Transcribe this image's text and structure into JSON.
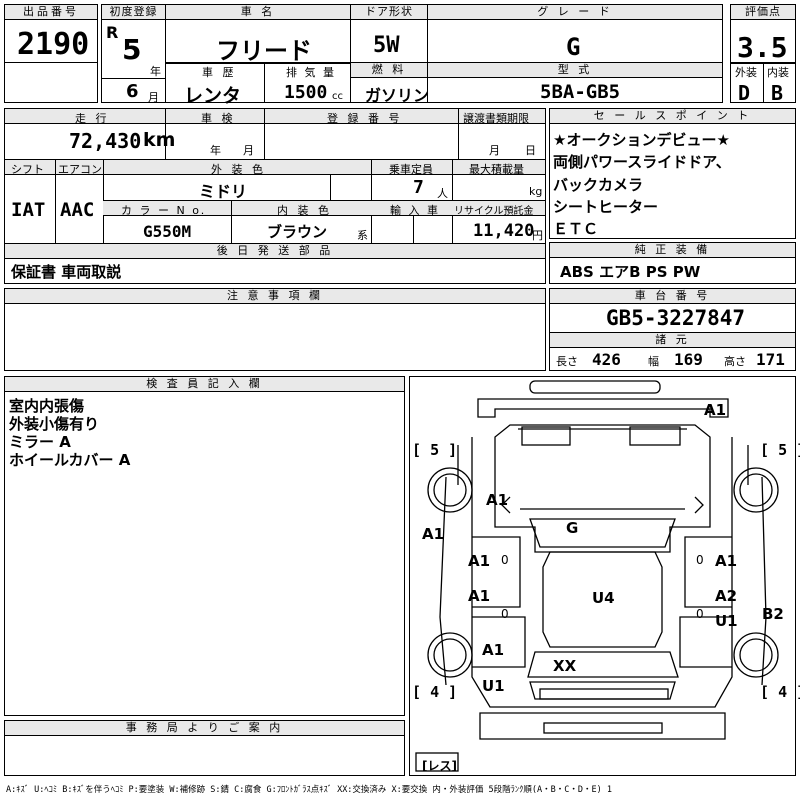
{
  "row1": {
    "lot_no_label": "出品番号",
    "lot_no": "2190",
    "reg_label": "初度登録",
    "era": "R",
    "reg_year": "5",
    "year_unit": "年",
    "reg_month": "6",
    "month_unit": "月",
    "car_name_label": "車 名",
    "car_name": "フリード",
    "history_label": "車 歴",
    "history": "レンタ",
    "displacement_label": "排 気 量",
    "displacement": "1500",
    "cc_unit": "cc",
    "door_label": "ドア形状",
    "door": "5W",
    "fuel_label": "燃 料",
    "fuel": "ガソリン",
    "grade_label": "グ レ ー ド",
    "grade": "G",
    "model_label": "型 式",
    "model": "5BA-GB5",
    "score_label": "評価点",
    "score": "3.5",
    "ext_label": "外装",
    "ext": "D",
    "int_label": "内装",
    "int": "B"
  },
  "row2": {
    "mileage_label": "走 行",
    "mileage": "72,430",
    "km_unit": "km",
    "inspection_label": "車 検",
    "insp_year_unit": "年",
    "insp_month_unit": "月",
    "regno_label": "登 録 番 号",
    "transfer_label": "譲渡書類期限",
    "transfer_month_unit": "月",
    "transfer_day_unit": "日",
    "shift_label": "シフト",
    "shift": "IAT",
    "ac_label": "エアコン",
    "ac": "AAC",
    "color_label": "外 装 色",
    "color": "ミドリ",
    "capacity_label": "乗車定員",
    "capacity": "7",
    "person_unit": "人",
    "load_label": "最大積載量",
    "kg_unit": "kg",
    "color_no_label": "カ ラ ー N o.",
    "color_no": "G550M",
    "int_color_label": "内 装 色",
    "int_color": "ブラウン",
    "kei_unit": "系",
    "import_label": "輸 入 車",
    "recycle_label": "リサイクル預託金",
    "recycle": "11,420",
    "yen_unit": "円",
    "deferred_label": "後 日 発 送 部 品",
    "deferred": "保証書 車両取説"
  },
  "sales_points": {
    "label": "セ ー ル ス ポ イ ン ト",
    "lines": [
      "★オークションデビュー★",
      "両側パワースライドドア、",
      "バックカメラ",
      "シートヒーター",
      "ＥＴＣ"
    ]
  },
  "equipment": {
    "label": "純 正 装 備",
    "value": "ABS エアB PS PW"
  },
  "notes": {
    "label": "注 意 事 項 欄"
  },
  "chassis": {
    "label": "車 台 番 号",
    "value": "GB5-3227847",
    "dim_label": "諸 元",
    "length_label": "長さ",
    "length": "426",
    "width_label": "幅",
    "width": "169",
    "height_label": "高さ",
    "height": "171"
  },
  "inspector": {
    "label": "検 査 員 記 入 欄",
    "lines": [
      "室内内張傷",
      "外装小傷有り",
      "ミラー A",
      "ホイールカバー A"
    ]
  },
  "office": {
    "label": "事 務 局 よ り ご 案 内"
  },
  "diagram": {
    "marks": [
      {
        "id": "roof-front",
        "text": "A1"
      },
      {
        "id": "hood",
        "text": "A1"
      },
      {
        "id": "left-front-fender",
        "text": "A1"
      },
      {
        "id": "windshield",
        "text": "G"
      },
      {
        "id": "left-front-door",
        "text": "A1"
      },
      {
        "id": "right-front-door",
        "text": "A1"
      },
      {
        "id": "left-rear-door",
        "text": "A1"
      },
      {
        "id": "right-rear-door-a2",
        "text": "A2"
      },
      {
        "id": "right-rear-door-u1",
        "text": "U1"
      },
      {
        "id": "roof",
        "text": "U4"
      },
      {
        "id": "right-quarter",
        "text": "B2"
      },
      {
        "id": "left-quarter",
        "text": "A1"
      },
      {
        "id": "rear-glass",
        "text": "XX"
      },
      {
        "id": "left-rear-bumper",
        "text": "U1"
      }
    ],
    "tire_fl": "5",
    "tire_fr": "5",
    "tire_rl": "4",
    "tire_rr": "4",
    "spare": "レス",
    "zero": "0"
  },
  "legend": "A:ｷｽﾞ U:ﾍｺﾐ B:ｷｽﾞを伴うﾍｺﾐ P:要塗装 W:補修跡 S:錆 C:腐食 G:ﾌﾛﾝﾄｶﾞﾗｽ点ｷｽﾞ XX:交換済み X:要交換 内・外装評価 5段階ﾗﾝｸ順(A・B・C・D・E) 1"
}
